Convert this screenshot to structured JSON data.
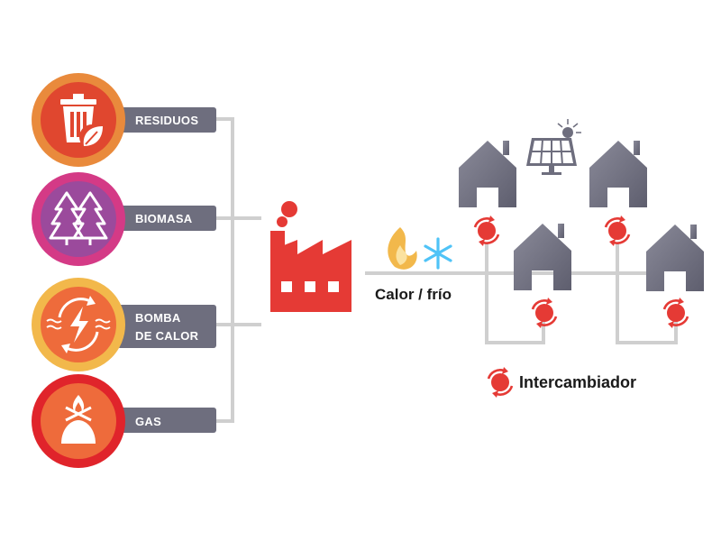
{
  "sources": [
    {
      "id": "residuos",
      "label": "RESIDUOS",
      "icon": "trash-leaf-icon",
      "outer_color": "#E98A3C",
      "inner_color": "#E0472F"
    },
    {
      "id": "biomasa",
      "label": "BIOMASA",
      "icon": "pine-trees-icon",
      "outer_color": "#D43A86",
      "inner_color": "#9B4A9C"
    },
    {
      "id": "bomba",
      "label_lines": [
        "BOMBA",
        "DE CALOR"
      ],
      "icon": "heat-pump-icon",
      "outer_color": "#F2B84B",
      "inner_color": "#EE6B3B"
    },
    {
      "id": "gas",
      "label": "GAS",
      "icon": "gas-stove-icon",
      "outer_color": "#E0242B",
      "inner_color": "#EE6B3B"
    }
  ],
  "plant": {
    "icon": "factory-icon",
    "color": "#E53A35"
  },
  "flow": {
    "label": "Calor / frío",
    "icons": [
      "flame-icon",
      "snowflake-icon"
    ]
  },
  "network": {
    "houses": 4,
    "exchangers": 4,
    "solar_panel_icon": "solar-panel-icon"
  },
  "legend": {
    "label": "Intercambiador",
    "icon": "exchanger-icon"
  },
  "colors": {
    "label_bg": "#6E6E7E",
    "line": "#CFCFCF",
    "house": "#6E6E7E",
    "exchanger": "#E53A35"
  }
}
